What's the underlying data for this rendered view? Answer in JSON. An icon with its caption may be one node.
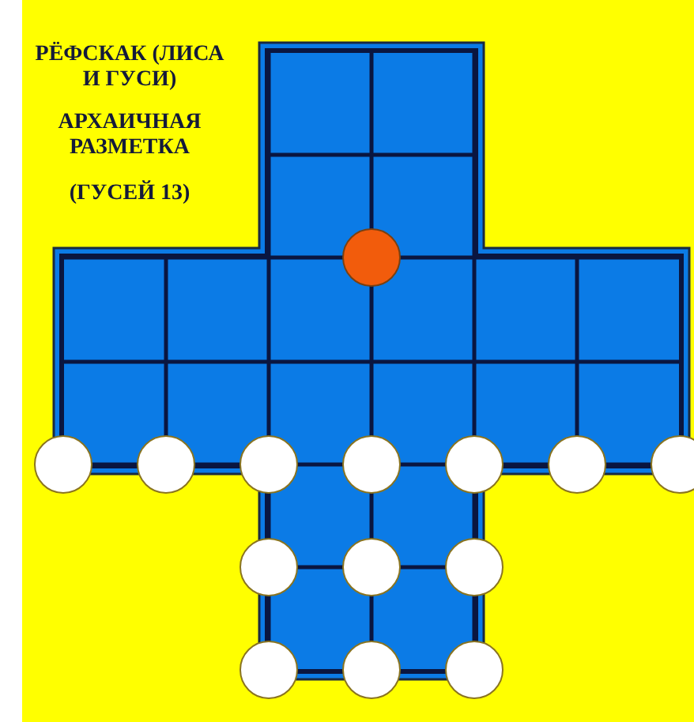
{
  "diagram": {
    "labels": [
      "РЁФСКАК (ЛИСА И ГУСИ)",
      "АРХАИЧНАЯ РАЗМЕТКА",
      "(ГУСЕЙ 13)"
    ]
  }
}
